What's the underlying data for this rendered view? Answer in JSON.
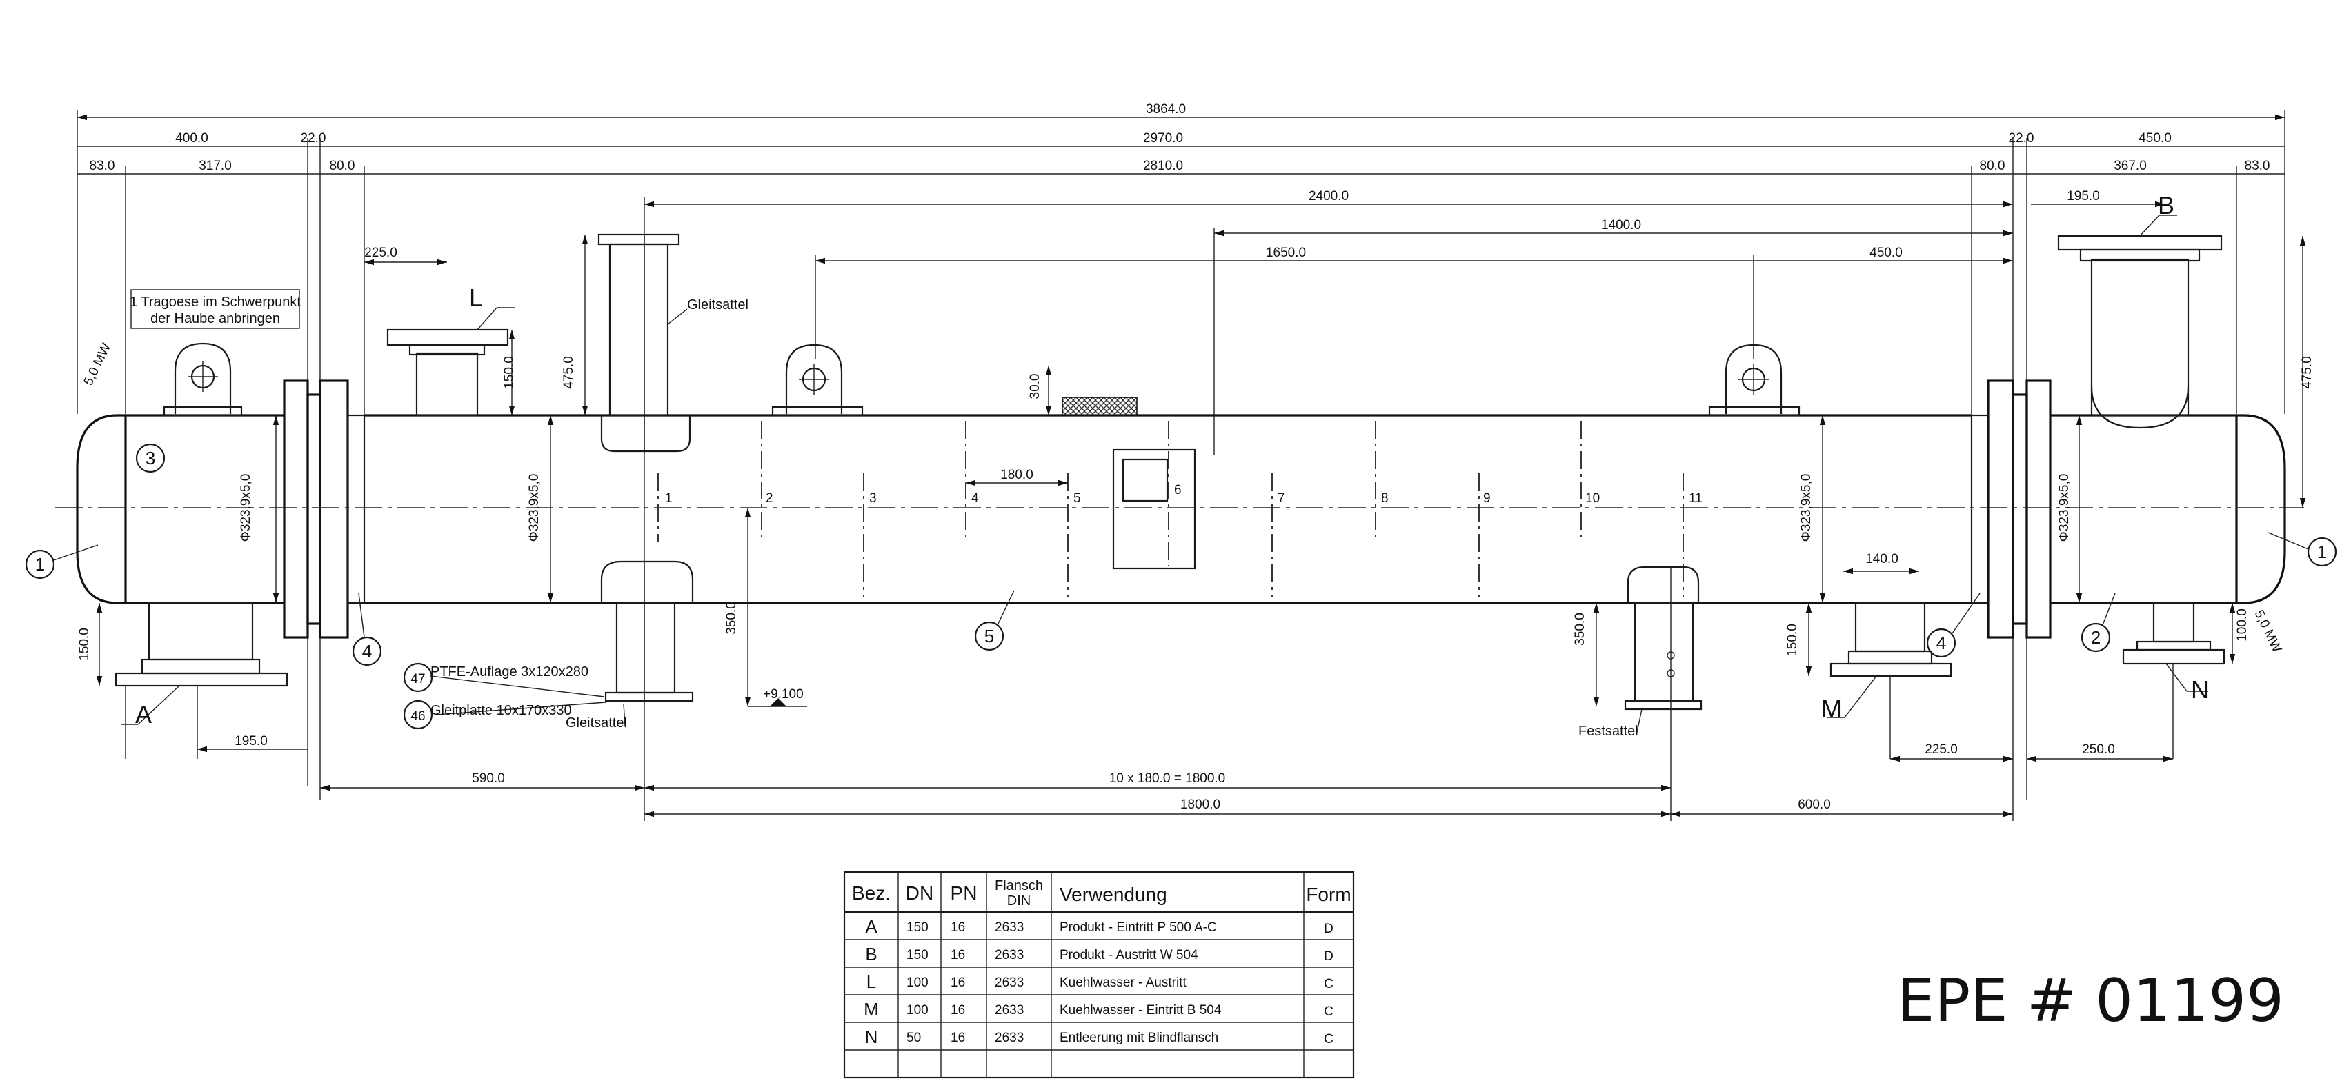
{
  "dimensions": {
    "overall": "3864.0",
    "left_head": "400.0",
    "left_flange": "22.0",
    "shell_span": "2970.0",
    "right_flange": "22.0",
    "right_head": "450.0",
    "left_cap": "83.0",
    "left_head_body": "317.0",
    "left_ring": "80.0",
    "tube_length": "2810.0",
    "right_ring": "80.0",
    "right_head_body": "367.0",
    "right_cap": "83.0",
    "gleitsattel_to_end": "2400.0",
    "pipe_to_end": "1400.0",
    "lifting_lug_span": "1650.0",
    "right_lug_to_end": "450.0",
    "nozzle_b_offset": "195.0",
    "nozzle_l_offset": "225.0",
    "nozzle_b_height": "475.0",
    "saddle_height_left": "475.0",
    "nozzle_l_height": "150.0",
    "nozzle_a_height": "150.0",
    "shell_diameter_left": "Φ323,9x5,0",
    "shell_diameter_mid": "Φ323,9x5,0",
    "shell_diameter_right1": "Φ323,9x5,0",
    "shell_diameter_right2": "Φ323,9x5,0",
    "mesh_height": "30.0",
    "baffle_pitch": "180.0",
    "nozzle_m_width": "140.0",
    "saddle_height_l": "350.0",
    "saddle_height_r": "350.0",
    "nozzle_m_height": "150.0",
    "nozzle_n_height": "100.0",
    "weld_left": "5,0 MW",
    "weld_right": "5,0 MW",
    "level": "+9.100",
    "nozzle_a_offset": "195.0",
    "nozzle_m_offset": "225.0",
    "nozzle_n_offset": "250.0",
    "saddle_from_left": "590.0",
    "baffles_total": "10 x 180.0 = 1800.0",
    "saddle_span": "1800.0",
    "saddle_to_right": "600.0"
  },
  "notes": {
    "lifting_note_1": "1 Tragoese im Schwerpunkt",
    "lifting_note_2": "der Haube anbringen",
    "gleitsattel_top": "Gleitsattel",
    "gleitsattel_bottom": "Gleitsattel",
    "festsattel": "Festsattel",
    "ptfe": "PTFE-Auflage 3x120x280",
    "gleitplatte": "Gleitplatte 10x170x330"
  },
  "callouts": {
    "c1_left": "1",
    "c1_right": "1",
    "c2": "2",
    "c3": "3",
    "c4_left": "4",
    "c4_right": "4",
    "c5": "5",
    "c46": "46",
    "c47": "47"
  },
  "nozzle_letters": {
    "A": "A",
    "B": "B",
    "L": "L",
    "M": "M",
    "N": "N"
  },
  "baffles": [
    "1",
    "2",
    "3",
    "4",
    "5",
    "6",
    "7",
    "8",
    "9",
    "10",
    "11"
  ],
  "nozzle_table": {
    "headers": [
      "Bez.",
      "DN",
      "PN",
      "Flansch DIN",
      "Verwendung",
      "Form"
    ],
    "flansch_line1": "Flansch",
    "flansch_line2": "DIN",
    "rows": [
      [
        "A",
        "150",
        "16",
        "2633",
        "Produkt - Eintritt   P 500 A-C",
        "D"
      ],
      [
        "B",
        "150",
        "16",
        "2633",
        "Produkt - Austritt   W 504",
        "D"
      ],
      [
        "L",
        "100",
        "16",
        "2633",
        "Kuehlwasser - Austritt",
        "C"
      ],
      [
        "M",
        "100",
        "16",
        "2633",
        "Kuehlwasser - Eintritt   B 504",
        "C"
      ],
      [
        "N",
        "50",
        "16",
        "2633",
        "Entleerung mit Blindflansch",
        "C"
      ]
    ]
  },
  "stamp": "EPE # 01199",
  "colors": {
    "ink": "#111111",
    "paper": "#ffffff",
    "mesh": "#333333"
  }
}
